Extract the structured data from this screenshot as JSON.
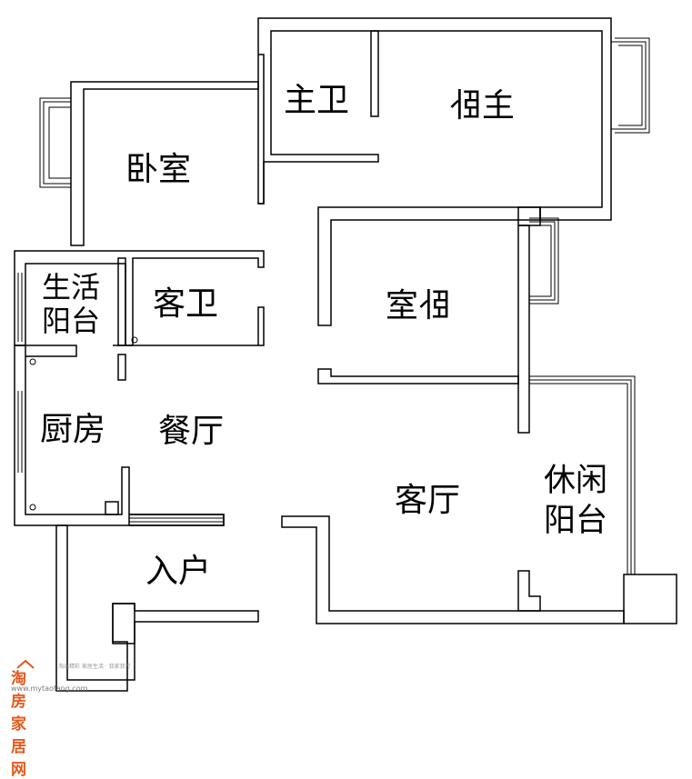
{
  "rooms": {
    "master_bath": "主卫",
    "master_bedroom": "主卧",
    "bedroom_1": "卧室",
    "bedroom_2": "卧室",
    "service_balcony_line1": "生活",
    "service_balcony_line2": "阳台",
    "guest_bath": "客卫",
    "kitchen": "厨房",
    "dining_room": "餐厅",
    "living_room": "客厅",
    "leisure_balcony_line1": "休闲",
    "leisure_balcony_line2": "阳台",
    "entrance": "入户"
  },
  "watermark": {
    "logo": "淘房家居网",
    "slogan": "淘出精彩  家居生活 · 我家我打",
    "url": "www.mytaofang.com",
    "color": "#e25a1c"
  }
}
